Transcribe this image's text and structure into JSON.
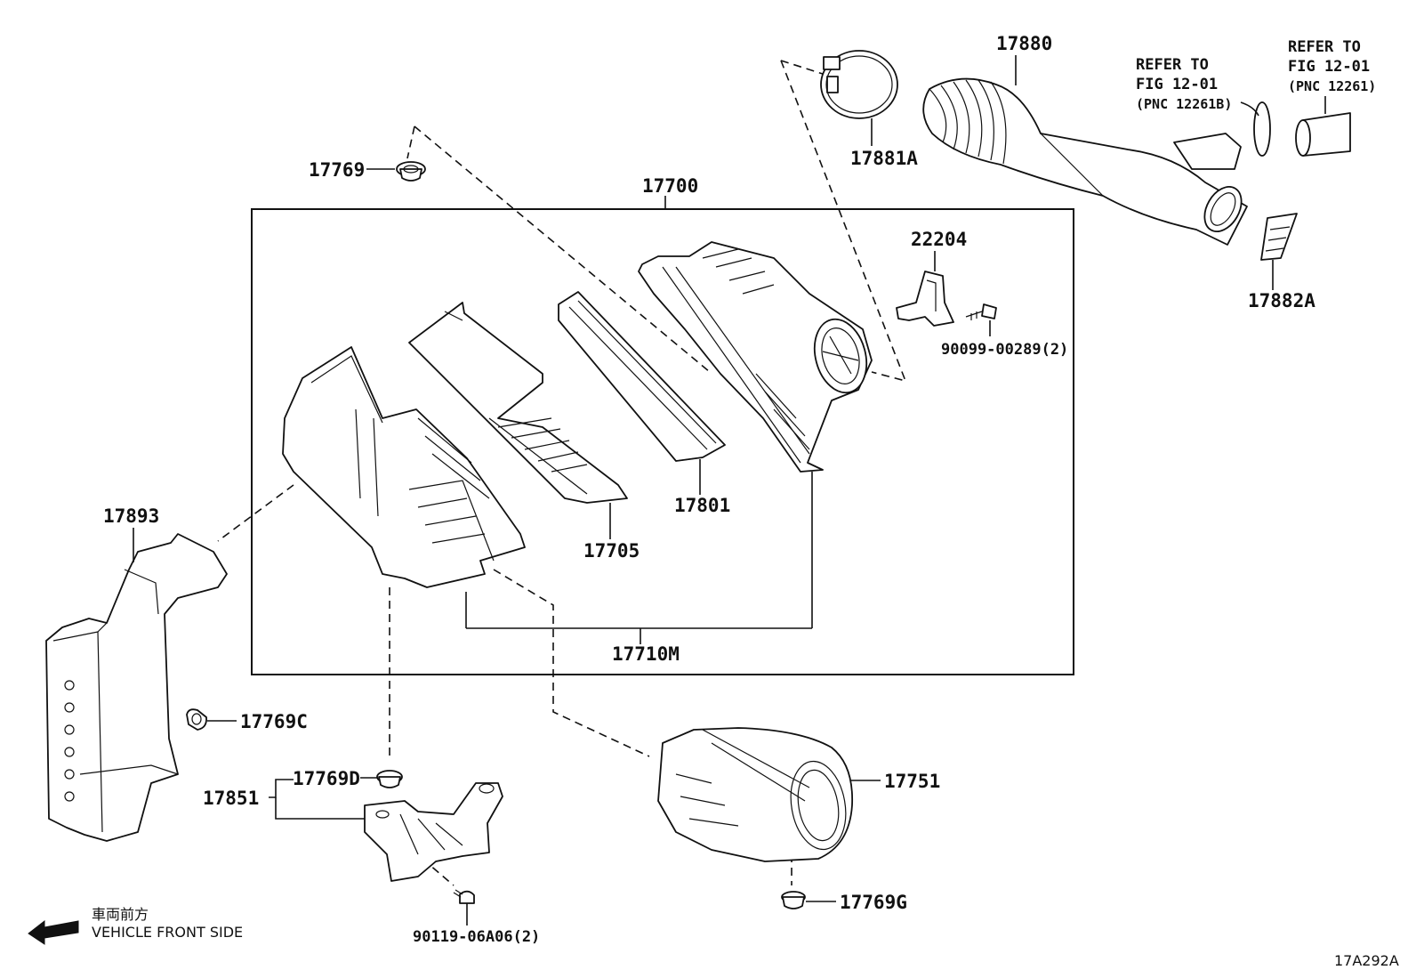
{
  "labels": {
    "p17700": "17700",
    "p17769": "17769",
    "p17881a": "17881A",
    "p17880": "17880",
    "ref1_line1": "REFER TO",
    "ref1_line2": "FIG 12-01",
    "ref1_line3": "(PNC 12261B)",
    "ref2_line1": "REFER TO",
    "ref2_line2": "FIG 12-01",
    "ref2_line3": "(PNC 12261)",
    "p22204": "22204",
    "p90099": "90099-00289(2)",
    "p17882a": "17882A",
    "p17893": "17893",
    "p17801": "17801",
    "p17705": "17705",
    "p17710m": "17710M",
    "p17769c": "17769C",
    "p17769d": "17769D",
    "p17851": "17851",
    "p17751": "17751",
    "p90119": "90119-06A06(2)",
    "p17769g": "17769G"
  },
  "legend": {
    "jp_text": "車両前方",
    "en_text": "VEHICLE FRONT SIDE",
    "arrow_icon": "arrow-left-icon"
  },
  "diagram_code": "17A292A"
}
